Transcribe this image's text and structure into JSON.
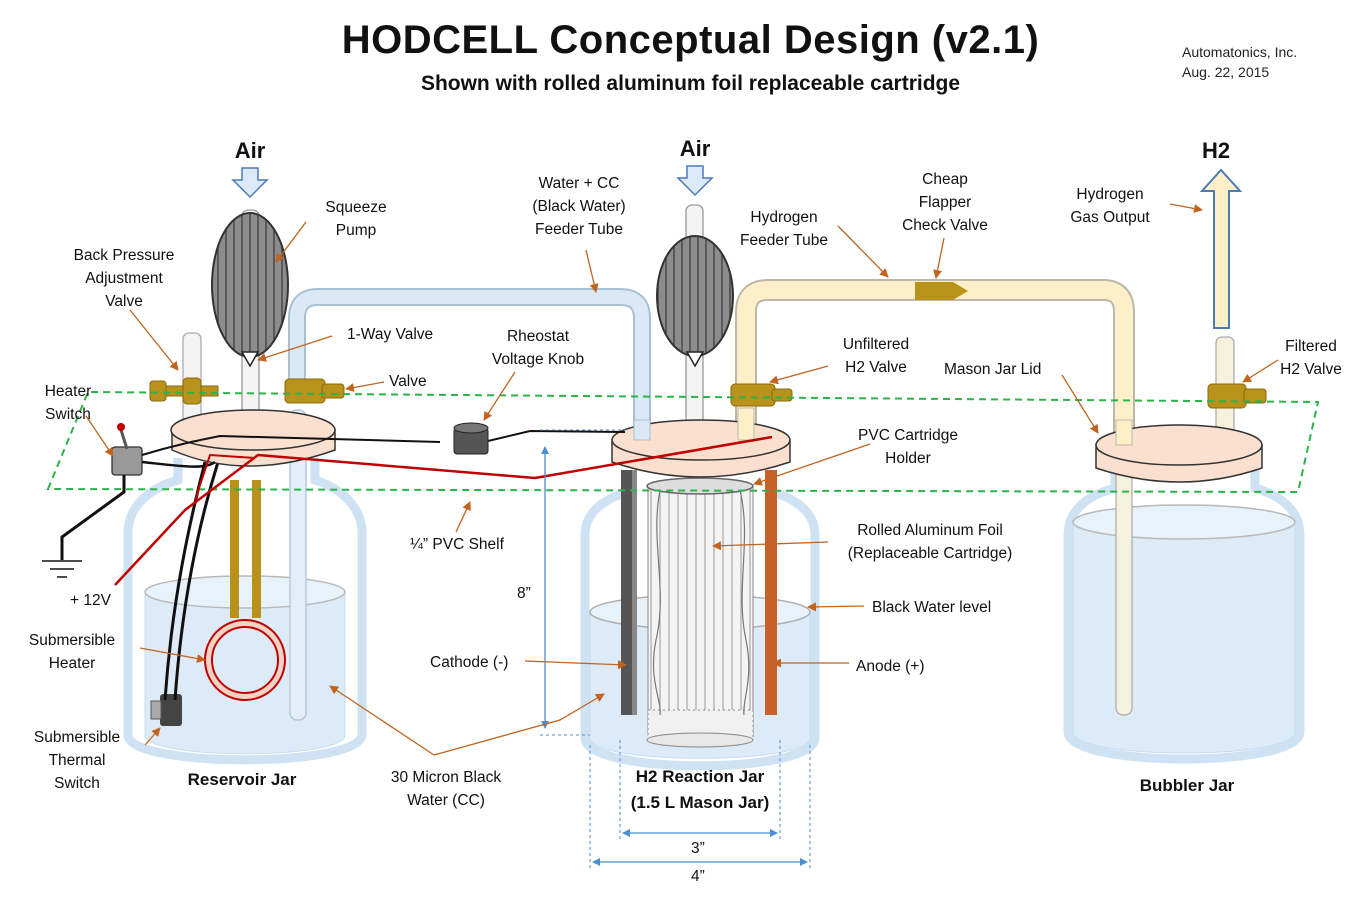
{
  "header": {
    "title": "HODCELL Conceptual Design (v2.1)",
    "subtitle": "Shown with rolled aluminum foil replaceable cartridge",
    "company": "Automatonics, Inc.",
    "date": "Aug. 22, 2015"
  },
  "flow": {
    "air_left": "Air",
    "air_center": "Air",
    "h2_out": "H2"
  },
  "labels": {
    "squeeze_pump": [
      "Squeeze",
      "Pump"
    ],
    "feeder_tube": [
      "Water + CC",
      "(Black Water)",
      "Feeder Tube"
    ],
    "hydrogen_feeder": [
      "Hydrogen",
      "Feeder Tube"
    ],
    "check_valve": [
      "Cheap",
      "Flapper",
      "Check Valve"
    ],
    "gas_output": [
      "Hydrogen",
      "Gas Output"
    ],
    "back_pressure": [
      "Back Pressure",
      "Adjustment",
      "Valve"
    ],
    "one_way_valve": "1-Way Valve",
    "rheostat": [
      "Rheostat",
      "Voltage Knob"
    ],
    "unfiltered": [
      "Unfiltered",
      "H2 Valve"
    ],
    "mason_lid": "Mason Jar Lid",
    "filtered": [
      "Filtered",
      "H2 Valve"
    ],
    "heater_switch": [
      "Heater",
      "Switch"
    ],
    "valve": "Valve",
    "pvc_holder": [
      "PVC Cartridge",
      "Holder"
    ],
    "pvc_shelf": "¼”  PVC Shelf",
    "foil": [
      "Rolled Aluminum Foil",
      "(Replaceable Cartridge)"
    ],
    "plus12v": "+ 12V",
    "height": "8”",
    "black_level": "Black Water level",
    "sub_heater": [
      "Submersible",
      "Heater"
    ],
    "cathode": "Cathode (-)",
    "anode": "Anode (+)",
    "thermal": [
      "Submersible",
      "Thermal",
      "Switch"
    ],
    "micron": [
      "30 Micron Black",
      "Water (CC)"
    ],
    "width_inner": "3”",
    "width_outer": "4”"
  },
  "jars": {
    "reservoir": "Reservoir Jar",
    "reaction": [
      "H2 Reaction Jar",
      "(1.5 L Mason Jar)"
    ],
    "bubbler": "Bubbler Jar"
  },
  "colors": {
    "callout": "#c0641f",
    "lid": "#fbe0cf",
    "water": "#dcebf7",
    "brass": "#b8921a",
    "h2_tube": "#fdf0c8",
    "shelf": "#2db34a",
    "wire_red": "#c00000"
  }
}
